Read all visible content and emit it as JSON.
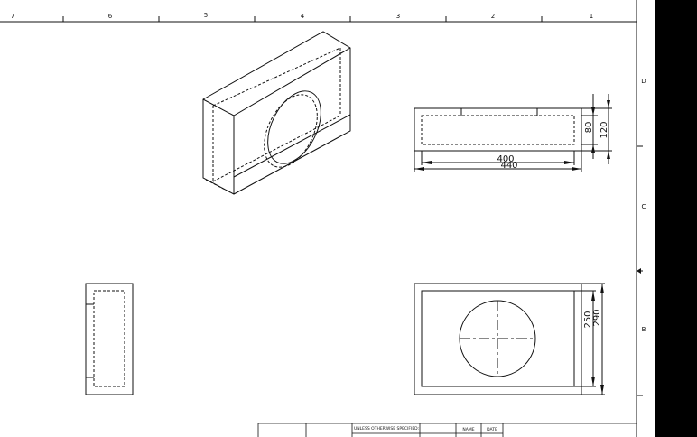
{
  "sheet": {
    "zones_top": [
      "7",
      "6",
      "5",
      "4",
      "3",
      "2",
      "1"
    ],
    "zones_right": [
      "D",
      "C",
      "B"
    ]
  },
  "front_view": {
    "dim_400": "400",
    "dim_440": "440"
  },
  "side_view_dims": {
    "dim_80": "80",
    "dim_120": "120"
  },
  "top_view": {
    "dim_250": "250",
    "dim_290": "290"
  },
  "title_block": {
    "unless_specified": "UNLESS OTHERWISE SPECIFIED:",
    "name_header": "NAME",
    "date_header": "DATE"
  }
}
